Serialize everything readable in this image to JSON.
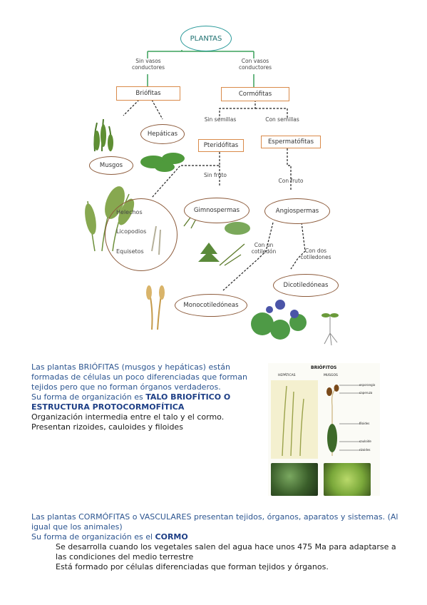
{
  "diagram": {
    "root": "PLANTAS",
    "branch_left": "Sin vasos conductores",
    "branch_right": "Con vasos conductores",
    "briofitas": "Briófitas",
    "cormofitas": "Cormófitas",
    "hepaticas": "Hepáticas",
    "musgos": "Musgos",
    "sin_semillas": "Sin semillas",
    "con_semillas": "Con semillas",
    "pteridofitas": "Pteridófitas",
    "espermatofitas": "Espermatófitas",
    "sin_fruto": "Sin fruto",
    "con_fruto": "Con fruto",
    "helechos": "Helechos",
    "licopodios": "Licopodios",
    "equisetos": "Equisetos",
    "gimnospermas": "Gimnospermas",
    "angiospermas": "Angiospermas",
    "un_cotiledon": "Con un cotiledón",
    "dos_cotiledones": "Con dos cotiledones",
    "dicotiledoneas": "Dicotiledóneas",
    "monocotiledoneas": "Monocotiledóneas"
  },
  "briofitas_text": {
    "line1": "Las plantas BRIÓFITAS (musgos y hepáticas) están",
    "line2": "formadas de células un poco diferenciadas que forman",
    "line3": "tejidos pero que no forman órganos verdaderos.",
    "line4_pre": "Su forma de organización es ",
    "line4_bold": "TALO BRIOFÍTICO O",
    "line5_bold": "ESTRUCTURA PROTOCORMOFÍTICA",
    "line6": "Organización intermedia entre el talo y el cormo.",
    "line7": "Presentan rizoides, cauloides y filoides"
  },
  "inset": {
    "title": "BRIÓFITOS",
    "hepaticas": "HEPÁTICAS",
    "musgos": "MUSGOS",
    "esporangio": "esporangio",
    "caperuza": "caperuza",
    "filoides": "filoides",
    "cauloide": "cauloide",
    "rizoides": "rizoides"
  },
  "cormofitas_text": {
    "line1": "Las plantas CORMÓFITAS o VASCULARES presentan tejidos, órganos, aparatos y sistemas. (Al",
    "line2": "igual que los animales)",
    "line3_pre": "Su forma de organización es el ",
    "line3_bold": "CORMO",
    "line4": "Se desarrolla cuando los vegetales salen del agua hace unos 475 Ma para adaptarse a",
    "line5": "las condiciones del medio terrestre",
    "line6": "Está formado por células diferenciadas que forman tejidos y órganos."
  }
}
